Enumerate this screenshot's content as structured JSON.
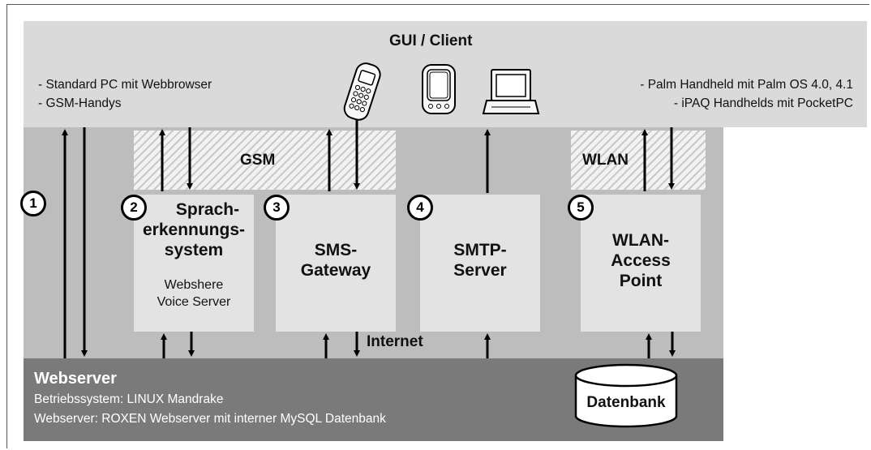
{
  "client": {
    "title": "GUI / Client",
    "left_lines": [
      "- Standard PC mit Webbrowser",
      "- GSM-Handys"
    ],
    "right_lines": [
      "- Palm Handheld mit Palm OS 4.0, 4.1",
      "- iPAQ Handhelds mit PocketPC"
    ]
  },
  "networks": {
    "gsm": "GSM",
    "wlan": "WLAN",
    "internet": "Internet"
  },
  "components": [
    {
      "number": "1"
    },
    {
      "number": "2",
      "lines": [
        "Sprach-",
        "erkennungs-",
        "system"
      ],
      "sub": [
        "Webshere",
        "Voice Server"
      ]
    },
    {
      "number": "3",
      "lines": [
        "SMS-",
        "Gateway"
      ]
    },
    {
      "number": "4",
      "lines": [
        "SMTP-",
        "Server"
      ]
    },
    {
      "number": "5",
      "lines": [
        "WLAN-",
        "Access",
        "Point"
      ]
    }
  ],
  "webserver": {
    "title": "Webserver",
    "os": "Betriebssystem: LINUX Mandrake",
    "server": "Webserver: ROXEN Webserver mit interner MySQL Datenbank"
  },
  "database": {
    "label": "Datenbank"
  },
  "icons": [
    "mobile-phone-icon",
    "pda-icon",
    "laptop-icon"
  ]
}
